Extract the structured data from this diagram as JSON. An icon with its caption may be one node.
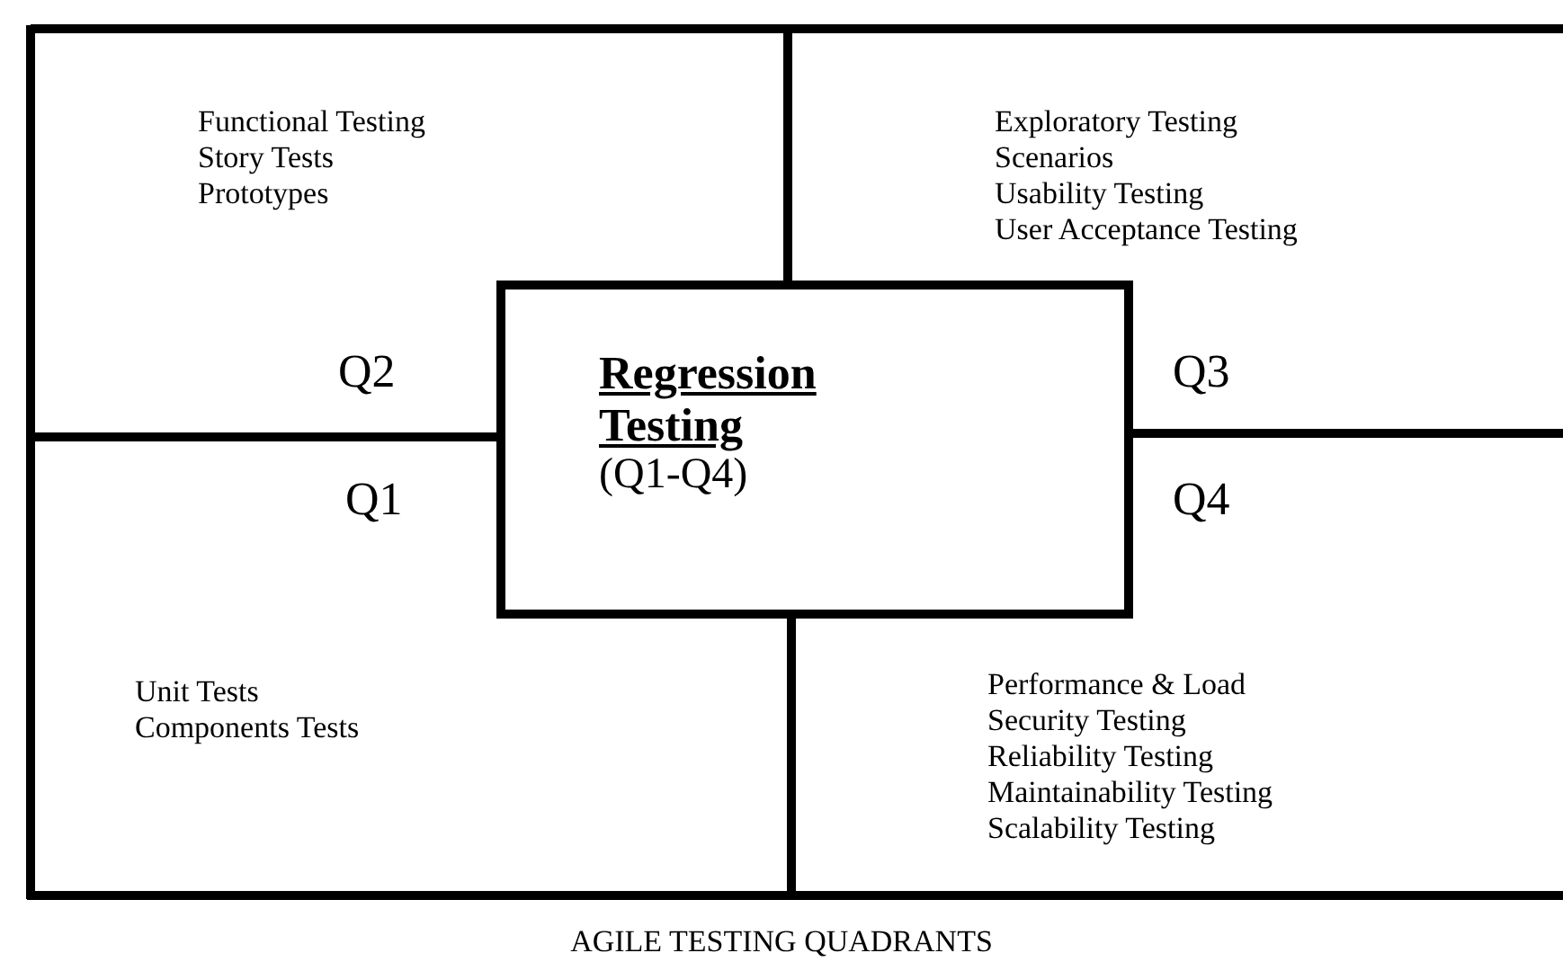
{
  "diagram": {
    "caption": "AGILE TESTING QUADRANTS",
    "nodes": [
      {
        "text": [
          "Regression Testing",
          "(Q1-Q4)"
        ]
      }
    ],
    "labels": [
      "Functional Testing",
      "Story Tests",
      "Prototypes",
      "Exploratory Testing",
      "Scenarios",
      "Usability Testing",
      "User Acceptance Testing",
      "Q2",
      "Q3",
      "Q1",
      "Q4",
      "Unit Tests",
      "Components Tests",
      "Performance & Load",
      "Security Testing",
      "Reliability Testing",
      "Maintainability Testing",
      "Scalability Testing"
    ]
  }
}
